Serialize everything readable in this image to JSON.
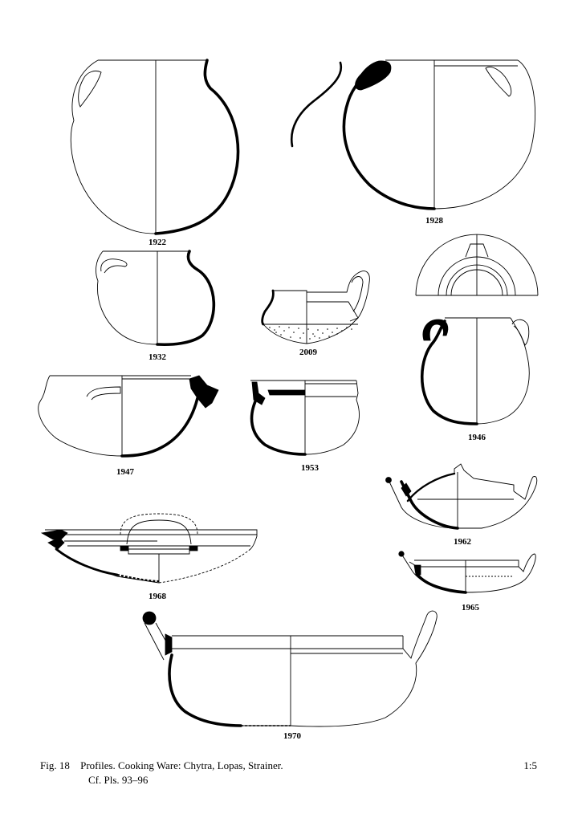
{
  "figure": {
    "label": "Fig. 18",
    "title": "Profiles. Cooking Ware: Chytra, Lopas, Strainer.",
    "reference": "Cf. Pls. 93–96",
    "scale": "1:5"
  },
  "vessels": [
    {
      "number": "1922"
    },
    {
      "number": "1928"
    },
    {
      "number": "1932"
    },
    {
      "number": "2009"
    },
    {
      "number": "1946"
    },
    {
      "number": "1947"
    },
    {
      "number": "1953"
    },
    {
      "number": "1962"
    },
    {
      "number": "1968"
    },
    {
      "number": "1965"
    },
    {
      "number": "1970"
    }
  ]
}
